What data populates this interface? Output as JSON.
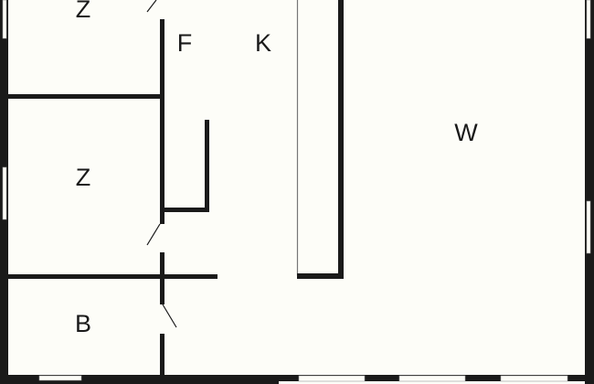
{
  "rooms": [
    {
      "label": "Z"
    },
    {
      "label": "F"
    },
    {
      "label": "K"
    },
    {
      "label": "Z"
    },
    {
      "label": "B"
    },
    {
      "label": "W"
    }
  ],
  "colors": {
    "wall": "#1a1a1a",
    "background": "#fdfdf8"
  }
}
